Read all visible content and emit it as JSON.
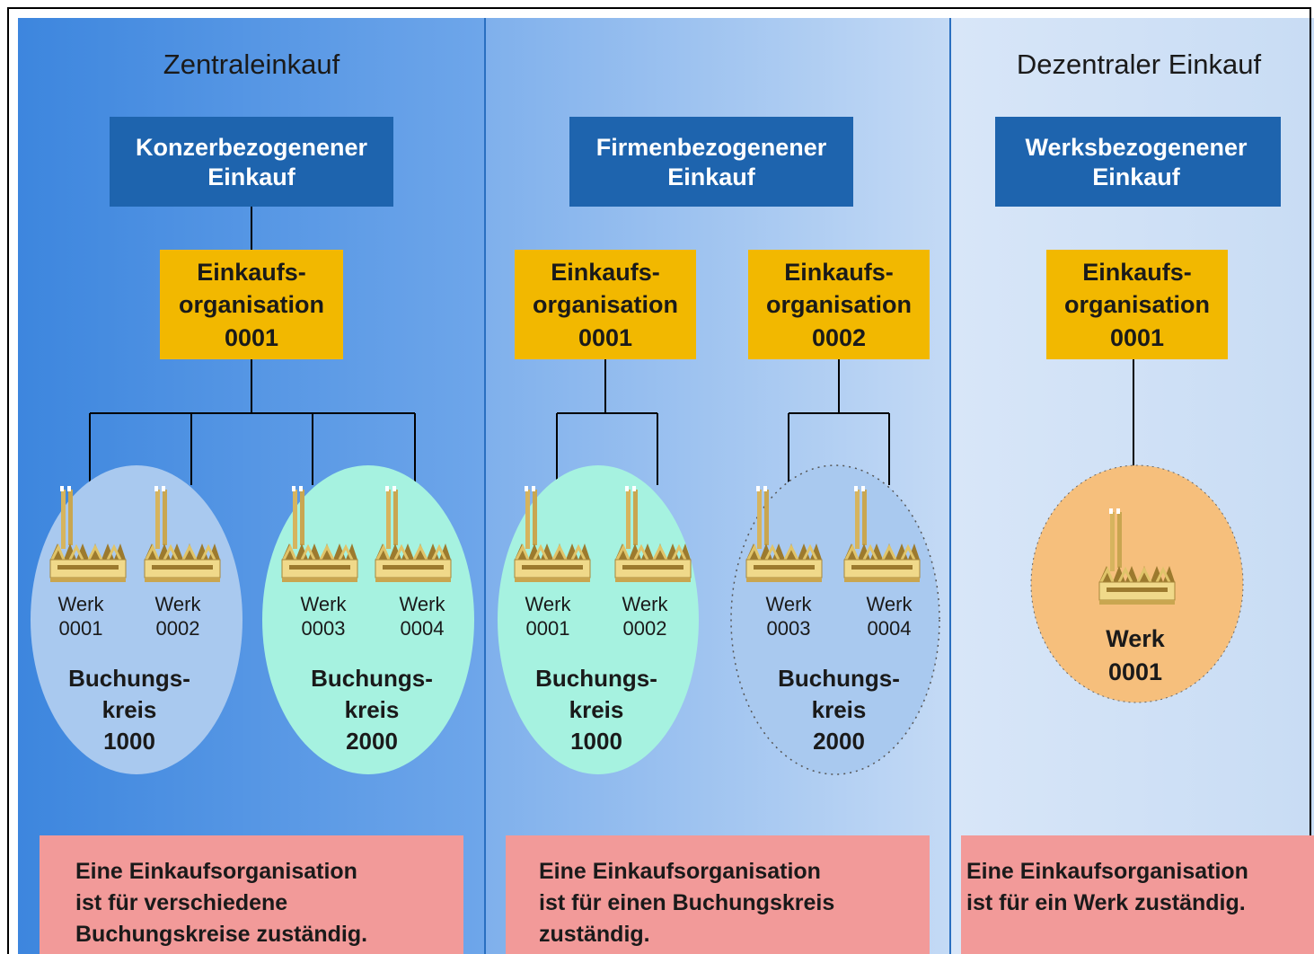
{
  "columns": [
    {
      "heading": "Zentraleinkauf",
      "box_line1": "Konzerbezogenener",
      "box_line2": "Einkauf",
      "orgs": [
        {
          "line1": "Einkaufs-",
          "line2": "organisation",
          "line3": "0001"
        }
      ],
      "company_codes": [
        {
          "line1": "Buchungs-",
          "line2": "kreis",
          "line3": "1000",
          "plants": [
            {
              "line1": "Werk",
              "line2": "0001"
            },
            {
              "line1": "Werk",
              "line2": "0002"
            }
          ]
        },
        {
          "line1": "Buchungs-",
          "line2": "kreis",
          "line3": "2000",
          "plants": [
            {
              "line1": "Werk",
              "line2": "0003"
            },
            {
              "line1": "Werk",
              "line2": "0004"
            }
          ]
        }
      ],
      "note": [
        "Eine Einkaufsorganisation",
        "ist für verschiedene",
        "Buchungskreise zuständig."
      ]
    },
    {
      "heading": "",
      "box_line1": "Firmenbezogenener",
      "box_line2": "Einkauf",
      "orgs": [
        {
          "line1": "Einkaufs-",
          "line2": "organisation",
          "line3": "0001"
        },
        {
          "line1": "Einkaufs-",
          "line2": "organisation",
          "line3": "0002"
        }
      ],
      "company_codes": [
        {
          "line1": "Buchungs-",
          "line2": "kreis",
          "line3": "1000",
          "plants": [
            {
              "line1": "Werk",
              "line2": "0001"
            },
            {
              "line1": "Werk",
              "line2": "0002"
            }
          ]
        },
        {
          "line1": "Buchungs-",
          "line2": "kreis",
          "line3": "2000",
          "plants": [
            {
              "line1": "Werk",
              "line2": "0003"
            },
            {
              "line1": "Werk",
              "line2": "0004"
            }
          ]
        }
      ],
      "note": [
        "Eine Einkaufsorganisation",
        "ist für einen Buchungskreis",
        "zuständig."
      ]
    },
    {
      "heading": "Dezentraler Einkauf",
      "box_line1": "Werksbezogenener",
      "box_line2": "Einkauf",
      "orgs": [
        {
          "line1": "Einkaufs-",
          "line2": "organisation",
          "line3": "0001"
        }
      ],
      "plant": {
        "line1": "Werk",
        "line2": "0001"
      },
      "note": [
        "Eine Einkaufsorganisation",
        "ist für ein Werk zuständig."
      ]
    }
  ],
  "colors": {
    "dark_box": "#1e64ae",
    "org_box": "#f2b800",
    "note_box": "#f29a99",
    "ellipse_green": "#a6f2e0",
    "ellipse_blue": "#a9c9ef",
    "ellipse_orange": "#f6bf7c",
    "factory": "#e8cc7a"
  },
  "icons": [
    "factory-icon"
  ]
}
